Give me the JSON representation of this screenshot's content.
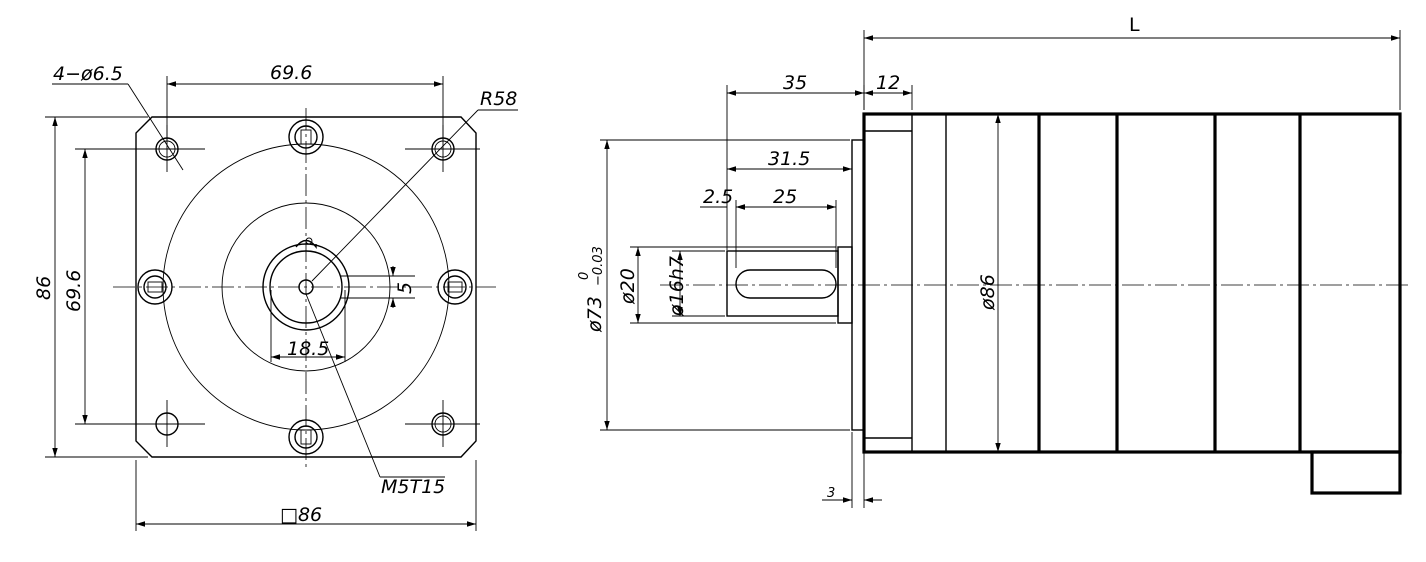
{
  "front_view": {
    "holes_label": "4−ø6.5",
    "hole_spacing_top": "69.6",
    "radius_label": "R58",
    "height_outer": "86",
    "height_holes": "69.6",
    "keyway_depth": "5",
    "shaft_dim": "18.5",
    "thread_label": "M5T15",
    "square_label": "□86"
  },
  "side_view": {
    "length_label": "L",
    "dim_35": "35",
    "dim_12": "12",
    "dim_31_5": "31.5",
    "dim_2_5": "2.5",
    "dim_25": "25",
    "pilot_dia": "ø73",
    "pilot_tol_upper": "0",
    "pilot_tol_lower": "−0.03",
    "shaft_collar_dia": "ø20",
    "shaft_dia": "ø16h7",
    "body_dia": "ø86",
    "flange_thk": "3"
  }
}
